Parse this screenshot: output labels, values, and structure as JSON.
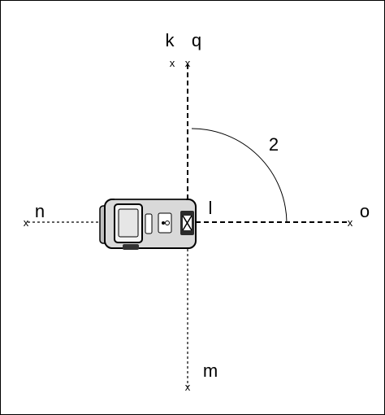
{
  "labels": {
    "k": "k",
    "q": "q",
    "n": "n",
    "o": "o",
    "l": "l",
    "m": "m",
    "angle": "2"
  },
  "markers": {
    "k": "x",
    "q": "x",
    "n": "x",
    "o": "x",
    "m": "x"
  },
  "device": {
    "icon": "laser-level-device-icon"
  },
  "colors": {
    "line": "#000000",
    "device_body": "#d9d9d9",
    "device_dark": "#2b2b2b"
  }
}
